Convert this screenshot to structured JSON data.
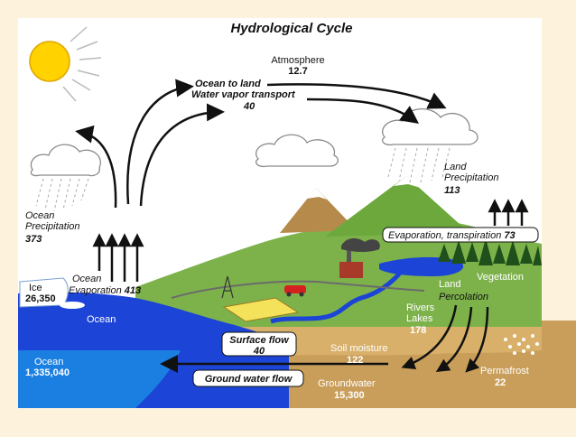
{
  "diagram": {
    "title": "Hydrological Cycle",
    "atmosphere": {
      "label": "Atmosphere",
      "value": "12.7"
    },
    "ocean_to_land": {
      "line1": "Ocean to land",
      "line2": "Water vapor transport",
      "value": "40"
    },
    "land_precipitation": {
      "line1": "Land",
      "line2": "Precipitation",
      "value": "113"
    },
    "ocean_precipitation": {
      "line1": "Ocean",
      "line2": "Precipitation",
      "value": "373"
    },
    "ocean_evaporation": {
      "line1": "Ocean",
      "line2": "Evaporation",
      "value": "413"
    },
    "evapotranspiration": {
      "label": "Evaporation, transpiration",
      "value": "73"
    },
    "ice": {
      "label": "Ice",
      "value": "26,350"
    },
    "ocean_label": "Ocean",
    "vegetation": "Vegetation",
    "land": "Land",
    "percolation": "Percolation",
    "rivers_lakes": {
      "line1": "Rivers",
      "line2": "Lakes",
      "value": "178"
    },
    "surface_flow": {
      "label": "Surface flow",
      "value": "40"
    },
    "soil_moisture": {
      "label": "Soil moisture",
      "value": "122"
    },
    "permafrost": {
      "label": "Permafrost",
      "value": "22"
    },
    "ocean_storage": {
      "label": "Ocean",
      "value": "1,335,040"
    },
    "ground_water_flow": "Ground water flow",
    "groundwater": {
      "label": "Groundwater",
      "value": "15,300"
    }
  }
}
